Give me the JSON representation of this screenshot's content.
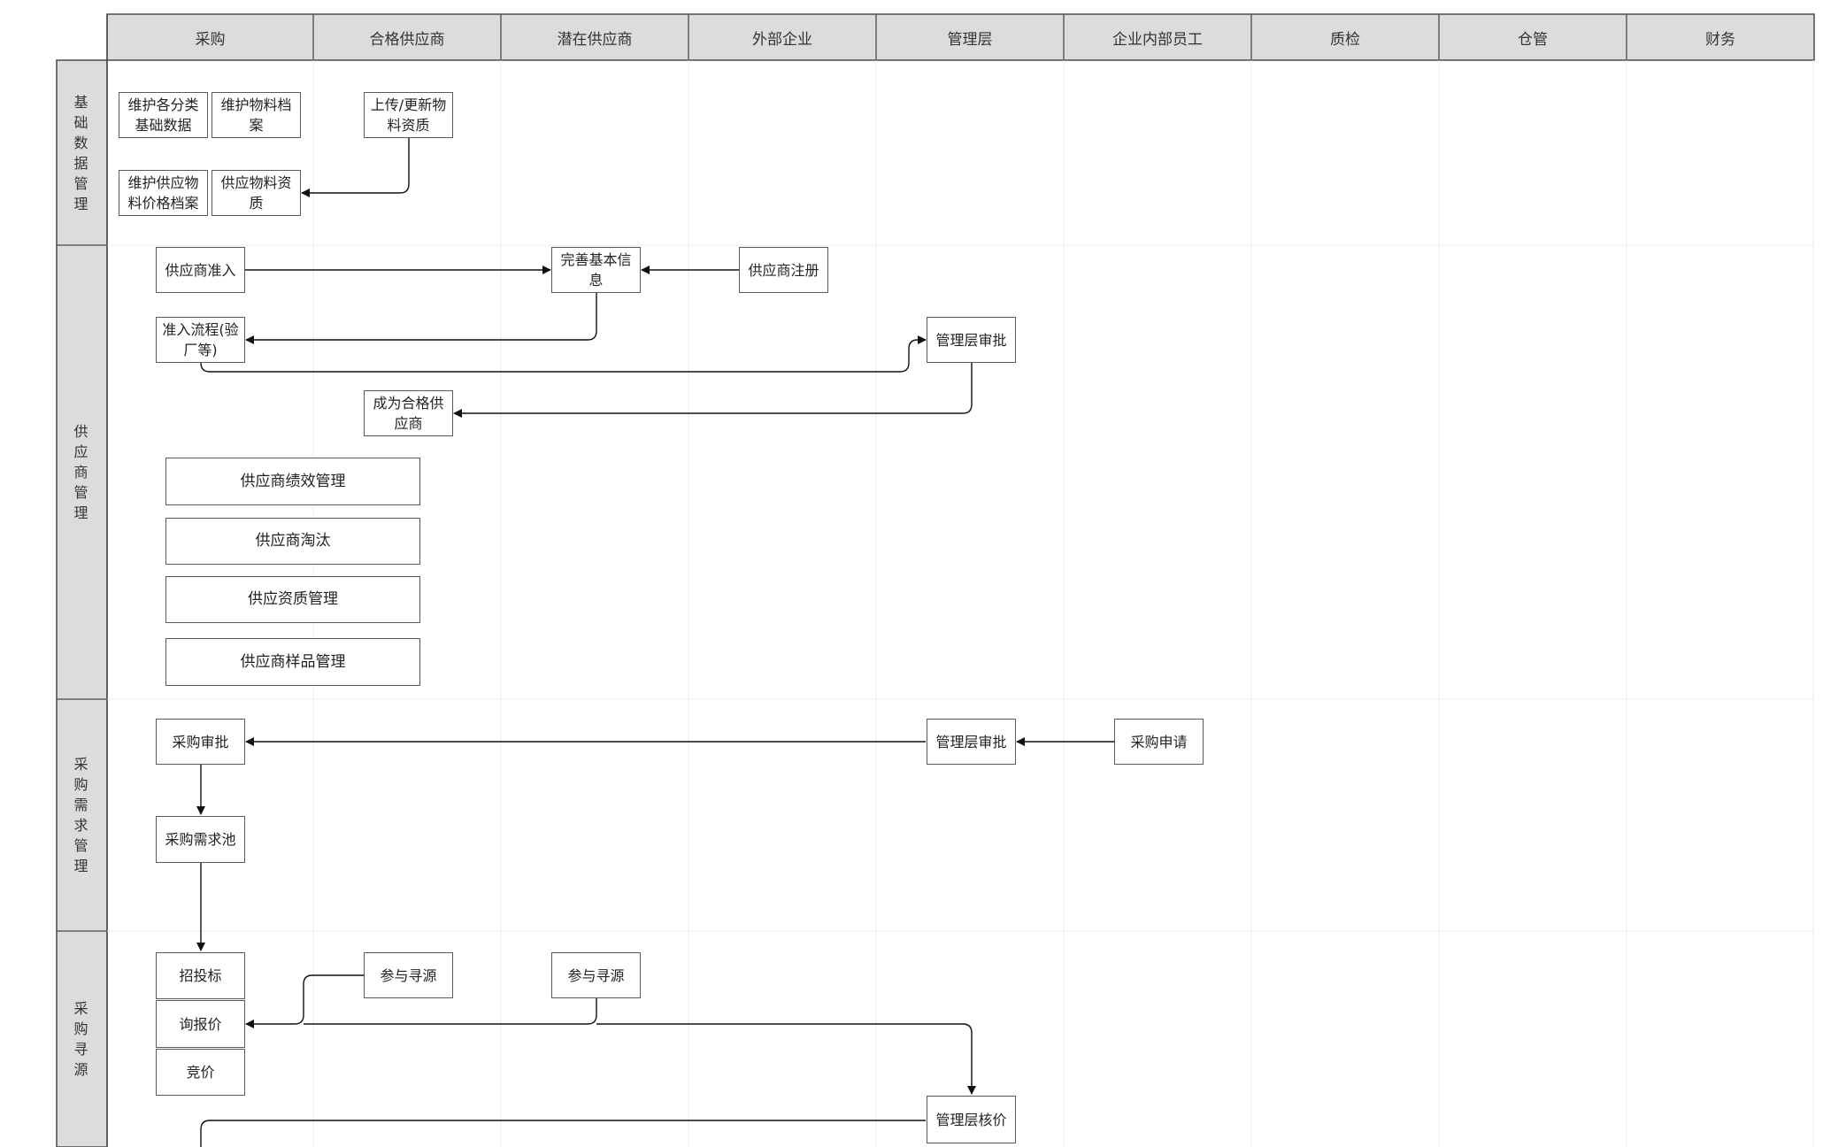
{
  "lanes": [
    "采购",
    "合格供应商",
    "潜在供应商",
    "外部企业",
    "管理层",
    "企业内部员工",
    "质检",
    "仓管",
    "财务"
  ],
  "phases": [
    "基础数据管理",
    "供应商管理",
    "采购需求管理",
    "采购寻源"
  ],
  "nodes": {
    "maintain_category_data": "维护各分类基础数据",
    "maintain_material_file": "维护物料档案",
    "upload_material_qualification": "上传/更新物料资质",
    "maintain_supply_price_file": "维护供应物料价格档案",
    "supply_material_qualification": "供应物料资质",
    "supplier_admission": "供应商准入",
    "complete_basic_info": "完善基本信息",
    "supplier_registration": "供应商注册",
    "admission_process": "准入流程(验厂等)",
    "management_approval_supplier": "管理层审批",
    "become_qualified_supplier": "成为合格供应商",
    "supplier_performance": "供应商绩效管理",
    "supplier_elimination": "供应商淘汰",
    "supply_qualification_mgmt": "供应资质管理",
    "supplier_sample_mgmt": "供应商样品管理",
    "purchase_approval": "采购审批",
    "management_approval_purchase": "管理层审批",
    "purchase_request": "采购申请",
    "demand_pool": "采购需求池",
    "tender": "招投标",
    "inquiry": "询报价",
    "bidding": "竞价",
    "join_sourcing_qualified": "参与寻源",
    "join_sourcing_potential": "参与寻源",
    "management_price_check": "管理层核价"
  },
  "colors": {
    "header_bg": "#dcdcdc",
    "row_label_bg": "#dcdcdc",
    "frame": "#4a4a4a",
    "grid": "#ececec",
    "node_border": "#5a5a5a",
    "arrow": "#111111"
  }
}
